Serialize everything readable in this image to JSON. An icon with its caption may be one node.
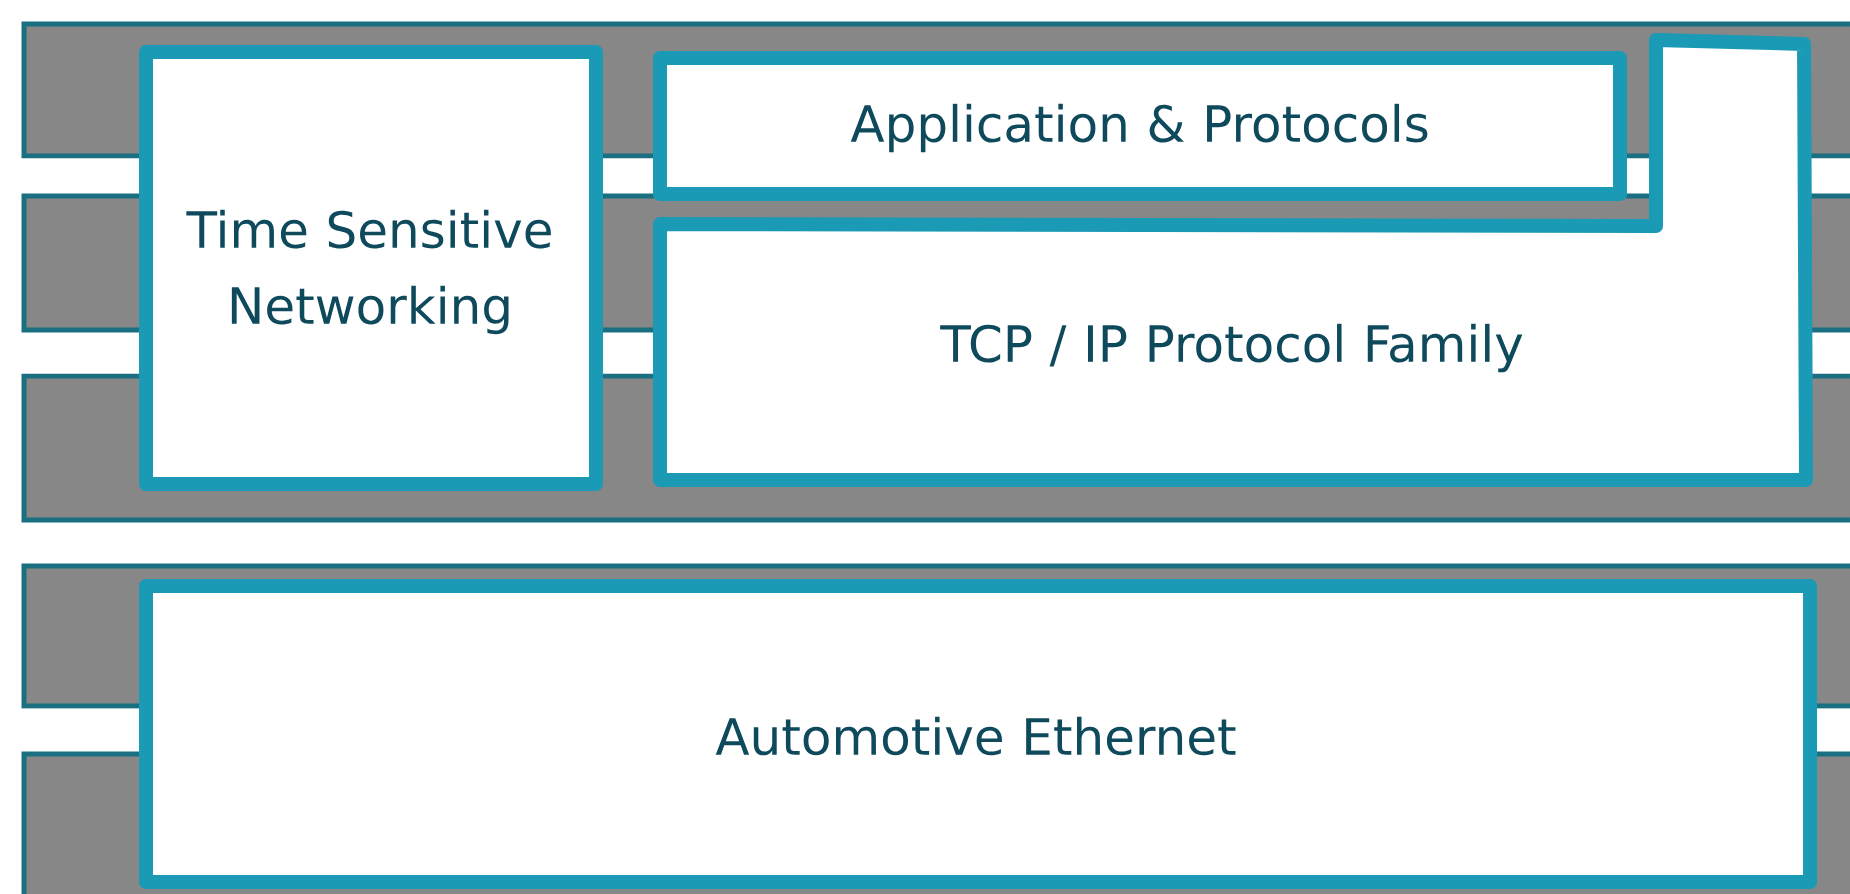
{
  "diagram": {
    "nodes": [
      {
        "text": [
          "Time Sensitive Networking"
        ]
      },
      {
        "text": [
          "Application & Protocols"
        ]
      },
      {
        "text": [
          "TCP / IP Protocol Family"
        ]
      },
      {
        "text": [
          "Automotive Ethernet"
        ]
      }
    ]
  }
}
